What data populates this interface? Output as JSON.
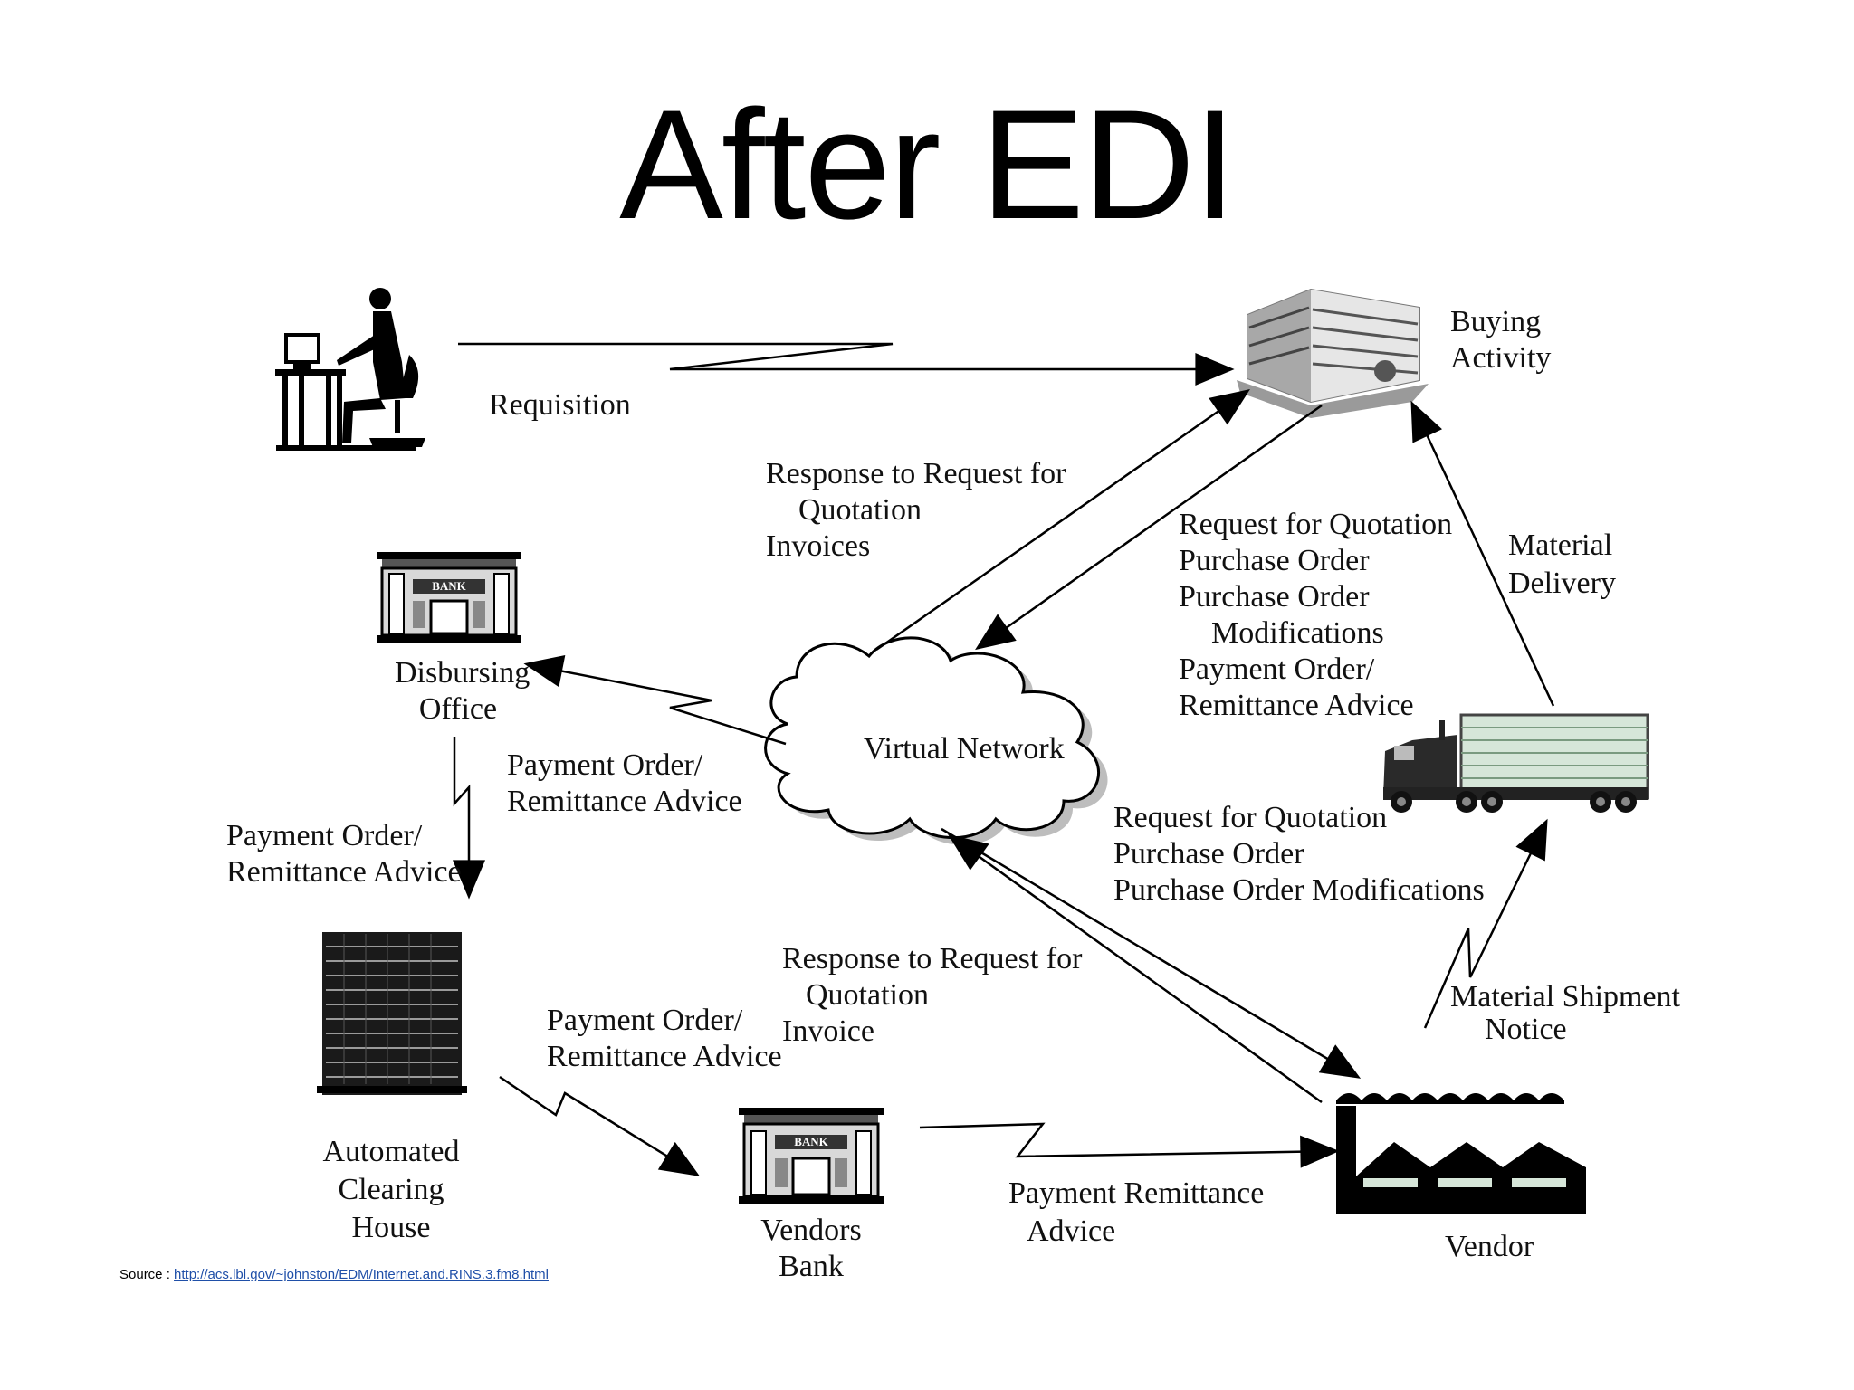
{
  "title": "After EDI",
  "nodes": {
    "buying_activity": [
      "Buying",
      "Activity"
    ],
    "disbursing_office": [
      "Disbursing",
      "Office"
    ],
    "virtual_network": "Virtual Network",
    "automated_clearing_house": [
      "Automated",
      "Clearing",
      "House"
    ],
    "vendors_bank": [
      "Vendors",
      "Bank"
    ],
    "vendor": "Vendor",
    "bank_sign": "BANK"
  },
  "flows": {
    "requisition": "Requisition",
    "response_to_buying": [
      "Response to Request for",
      "Quotation",
      "Invoices"
    ],
    "buying_to_network": [
      "Request for Quotation",
      "Purchase Order",
      "Purchase Order",
      "Modifications",
      "Payment Order/",
      "Remittance Advice"
    ],
    "material_delivery": [
      "Material",
      "Delivery"
    ],
    "network_to_disbursing": [
      "Payment Order/",
      "Remittance Advice"
    ],
    "disbursing_to_ach": [
      "Payment Order/",
      "Remittance Advice"
    ],
    "network_to_vendor": [
      "Request for Quotation",
      "Purchase Order",
      "Purchase Order Modifications"
    ],
    "vendor_response": [
      "Response to Request for",
      "Quotation",
      "Invoice"
    ],
    "ach_to_bank": [
      "Payment Order/",
      "Remittance Advice"
    ],
    "material_shipment": [
      "Material Shipment",
      "Notice"
    ],
    "payment_remittance": [
      "Payment Remittance",
      "Advice"
    ]
  },
  "source": {
    "prefix": "Source : ",
    "link": "http://acs.lbl.gov/~johnston/EDM/Internet.and.RINS.3.fm8.html"
  }
}
